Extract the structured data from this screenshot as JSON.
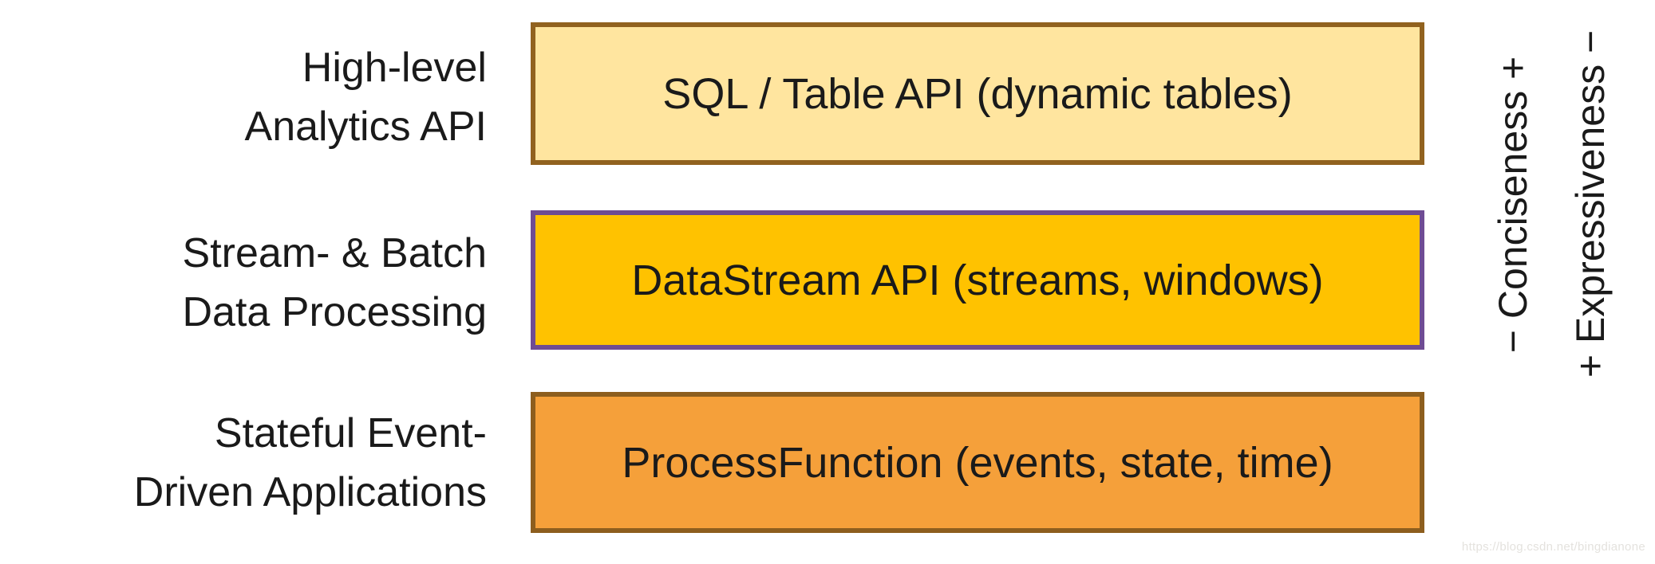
{
  "page": {
    "background": "#FFFFFF",
    "text_color": "#1A1A1A"
  },
  "layers": [
    {
      "label_line1": "High-level",
      "label_line2": "Analytics API",
      "box_label": "SQL / Table API (dynamic tables)",
      "box_fill": "#FFE59F",
      "box_border": "#91621F"
    },
    {
      "label_line1": "Stream- & Batch",
      "label_line2": "Data Processing",
      "box_label": "DataStream API (streams, windows)",
      "box_fill": "#FFC200",
      "box_border": "#6F4C93"
    },
    {
      "label_line1": "Stateful Event-",
      "label_line2": "Driven Applications",
      "box_label": "ProcessFunction (events, state, time)",
      "box_fill": "#F5A03A",
      "box_border": "#8D5E1E"
    }
  ],
  "axis_labels": {
    "conciseness": "− Conciseness +",
    "expressiveness": "+ Expressiveness −"
  },
  "watermark": {
    "text": "https://blog.csdn.net/bingdianone",
    "color": "#E4E2DE"
  }
}
